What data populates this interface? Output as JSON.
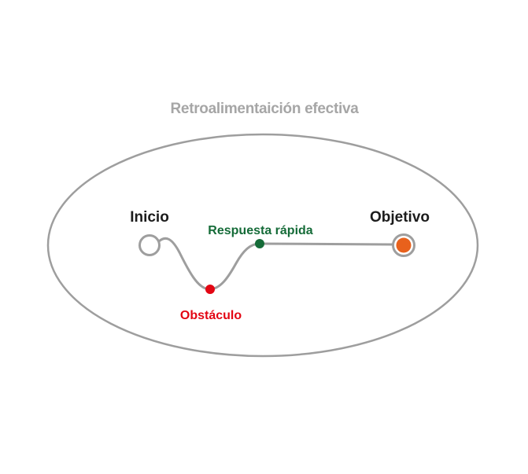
{
  "diagram": {
    "title": "Retroalimentaición efectiva",
    "labels": {
      "start": "Inicio",
      "goal": "Objetivo",
      "response": "Respuesta rápida",
      "obstacle": "Obstáculo"
    },
    "colors": {
      "outline_gray": "#9e9e9e",
      "title_gray": "#a6a6a6",
      "text_black": "#1c1c1c",
      "green": "#156b38",
      "red": "#e30613",
      "orange": "#e8611c",
      "background": "#ffffff"
    }
  }
}
